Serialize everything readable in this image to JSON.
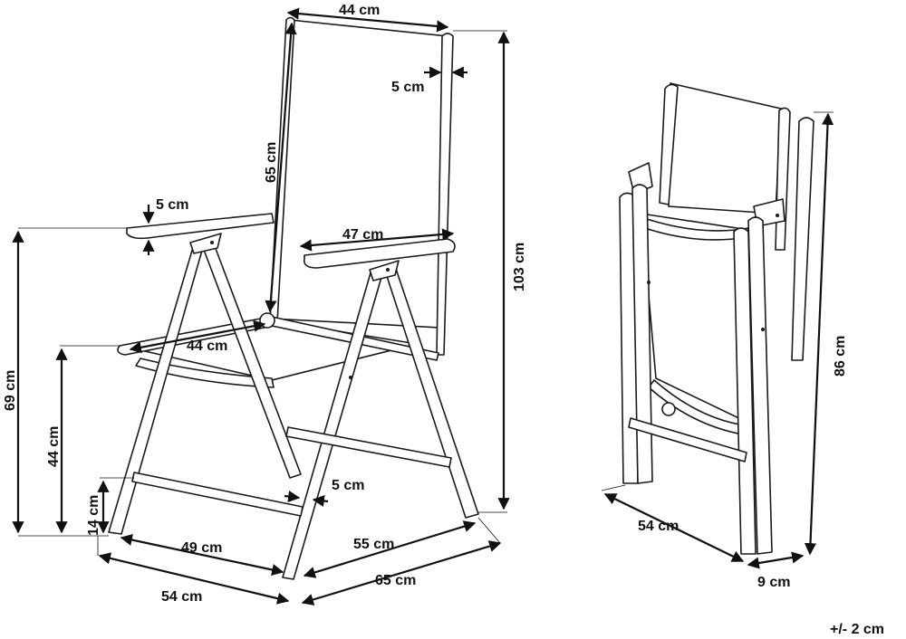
{
  "labels": {
    "back_width": "44 cm",
    "back_height": "65 cm",
    "backrest_tube": "5 cm",
    "armrest_thickness": "5 cm",
    "armrest_length": "47 cm",
    "total_height": "103 cm",
    "armrest_height": "69 cm",
    "seat_height": "44 cm",
    "seat_width": "44 cm",
    "rail_height": "14 cm",
    "leg_tube": "5 cm",
    "inner_width": "49 cm",
    "front_width": "54 cm",
    "inner_depth": "55 cm",
    "total_depth": "65 cm",
    "folded_width": "54 cm",
    "folded_depth": "9 cm",
    "folded_height": "86 cm",
    "tolerance": "+/- 2 cm"
  }
}
